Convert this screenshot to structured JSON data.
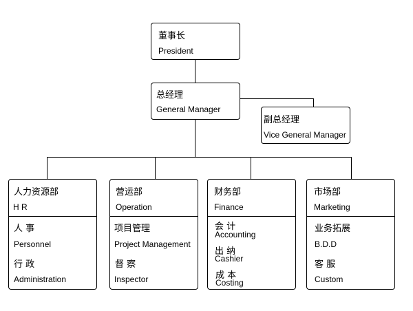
{
  "president": {
    "zh": "董事长",
    "en": "President"
  },
  "general_manager": {
    "zh": "总经理",
    "en": "General Manager"
  },
  "vice_general_manager": {
    "zh": "副总经理",
    "en": "Vice General Manager"
  },
  "departments": [
    {
      "zh": "人力资源部",
      "en": "H R",
      "items": [
        {
          "zh": "人 事",
          "en": "Personnel"
        },
        {
          "zh": "行 政",
          "en": "Administration"
        }
      ]
    },
    {
      "zh": "营运部",
      "en": "Operation",
      "items": [
        {
          "zh": "项目管理",
          "en": "Project Management"
        },
        {
          "zh": "督 察",
          "en": "Inspector"
        }
      ]
    },
    {
      "zh": "财务部",
      "en": "Finance",
      "items": [
        {
          "zh": "会 计",
          "en": "Accounting"
        },
        {
          "zh": "出 纳",
          "en": "Cashier"
        },
        {
          "zh": "成 本",
          "en": "Costing"
        }
      ]
    },
    {
      "zh": "市场部",
      "en": "Marketing",
      "items": [
        {
          "zh": "业务拓展",
          "en": "B.D.D"
        },
        {
          "zh": "客 服",
          "en": "Custom"
        }
      ]
    }
  ]
}
